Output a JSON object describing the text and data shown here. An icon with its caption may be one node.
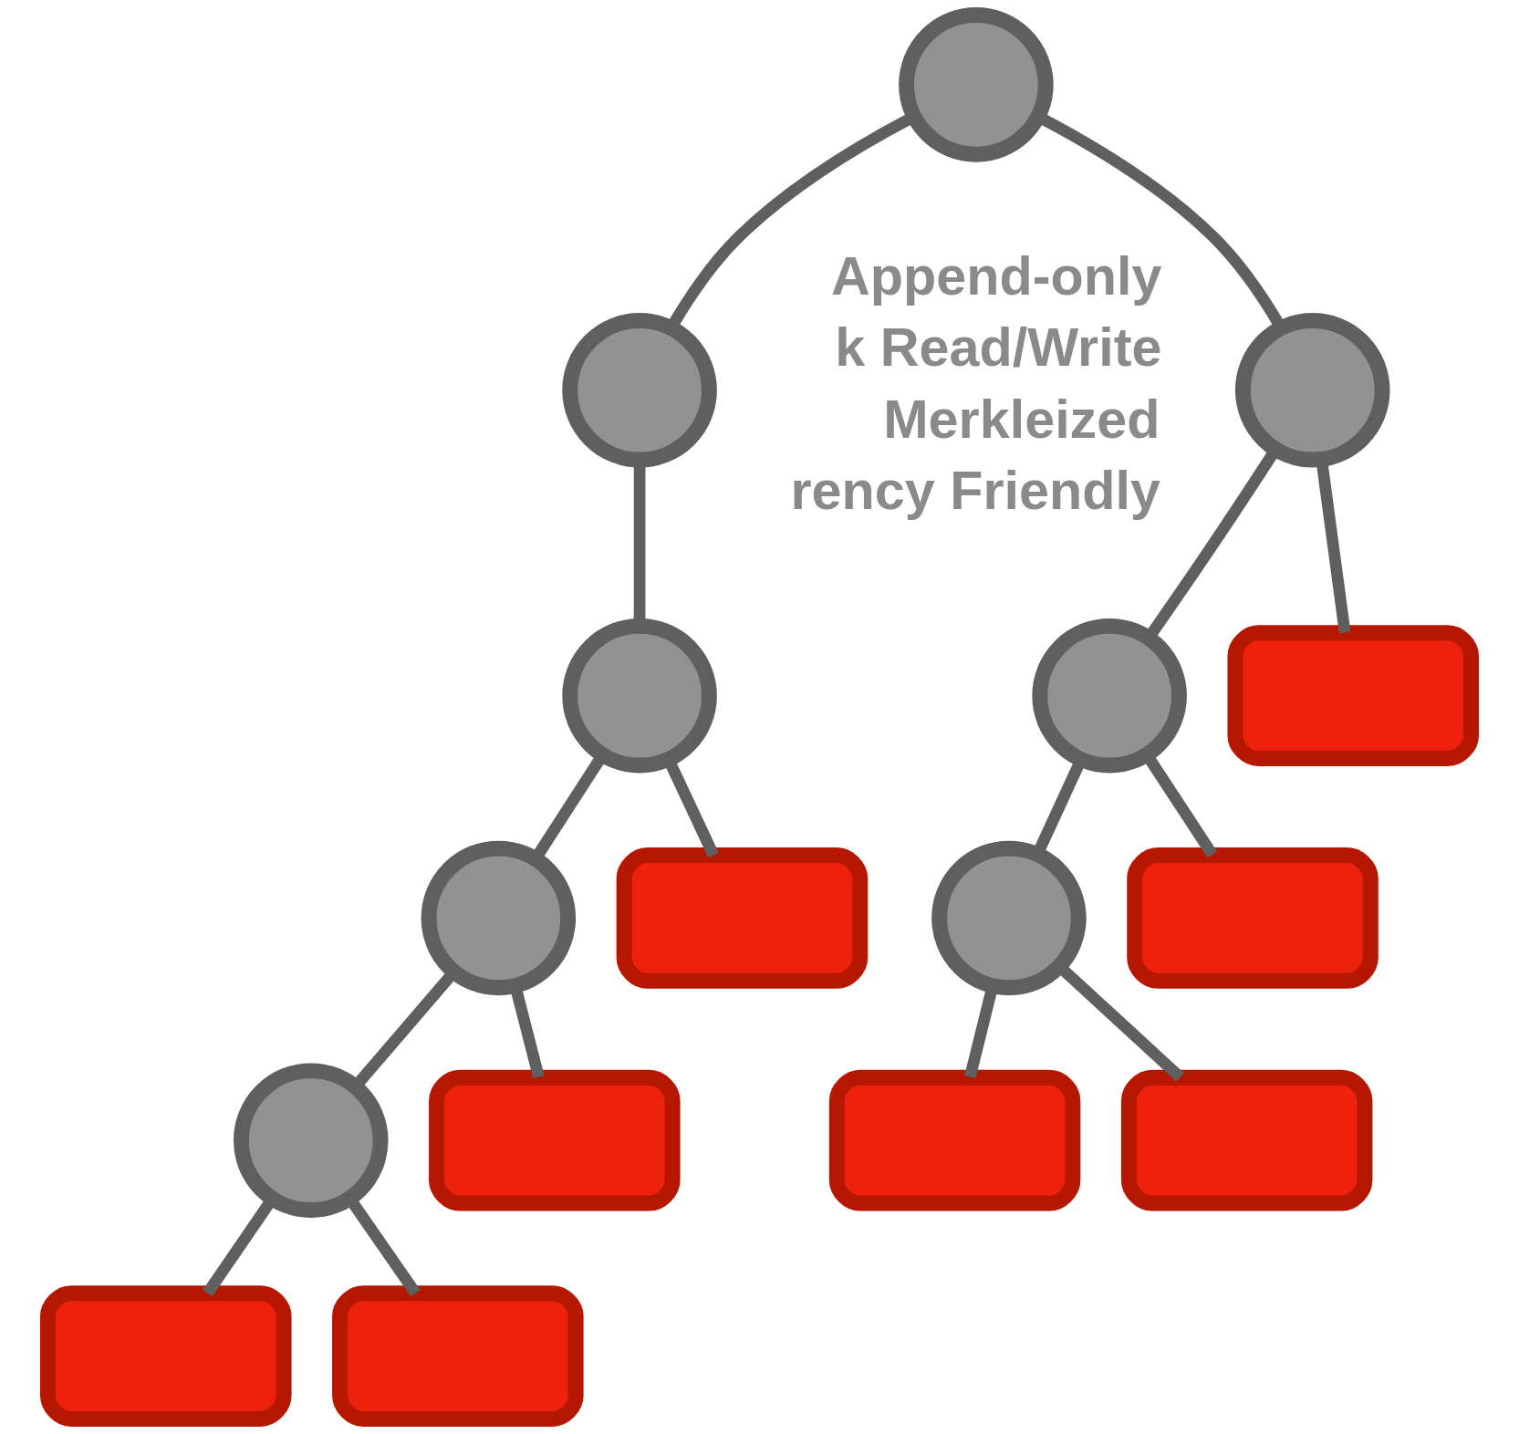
{
  "diagram": {
    "nodes": [
      {
        "text": [],
        "shape": "circle"
      },
      {
        "text": [],
        "shape": "circle"
      },
      {
        "text": [],
        "shape": "circle"
      },
      {
        "text": [],
        "shape": "circle"
      },
      {
        "text": [],
        "shape": "box"
      },
      {
        "text": [],
        "shape": "circle"
      },
      {
        "text": [],
        "shape": "circle"
      },
      {
        "text": [],
        "shape": "box"
      },
      {
        "text": [],
        "shape": "circle"
      },
      {
        "text": [],
        "shape": "box"
      },
      {
        "text": [],
        "shape": "circle"
      },
      {
        "text": [],
        "shape": "box"
      },
      {
        "text": [],
        "shape": "box"
      },
      {
        "text": [],
        "shape": "box"
      },
      {
        "text": [],
        "shape": "box"
      },
      {
        "text": [],
        "shape": "box"
      }
    ],
    "edges": [
      {
        "from": 0,
        "to": 1,
        "arrow": "none"
      },
      {
        "from": 0,
        "to": 2,
        "arrow": "none"
      },
      {
        "from": 1,
        "to": 3,
        "arrow": "none"
      },
      {
        "from": 2,
        "to": 4,
        "arrow": "none"
      },
      {
        "from": 2,
        "to": 5,
        "arrow": "none"
      },
      {
        "from": 3,
        "to": 6,
        "arrow": "none"
      },
      {
        "from": 3,
        "to": 7,
        "arrow": "none"
      },
      {
        "from": 5,
        "to": 8,
        "arrow": "none"
      },
      {
        "from": 5,
        "to": 9,
        "arrow": "none"
      },
      {
        "from": 6,
        "to": 10,
        "arrow": "none"
      },
      {
        "from": 6,
        "to": 11,
        "arrow": "none"
      },
      {
        "from": 8,
        "to": 12,
        "arrow": "none"
      },
      {
        "from": 8,
        "to": 13,
        "arrow": "none"
      },
      {
        "from": 10,
        "to": 14,
        "arrow": "none"
      },
      {
        "from": 10,
        "to": 15,
        "arrow": "none"
      }
    ],
    "labels": [
      "Append-only",
      "k Read/Write",
      "Merkleized",
      "rency Friendly"
    ]
  }
}
